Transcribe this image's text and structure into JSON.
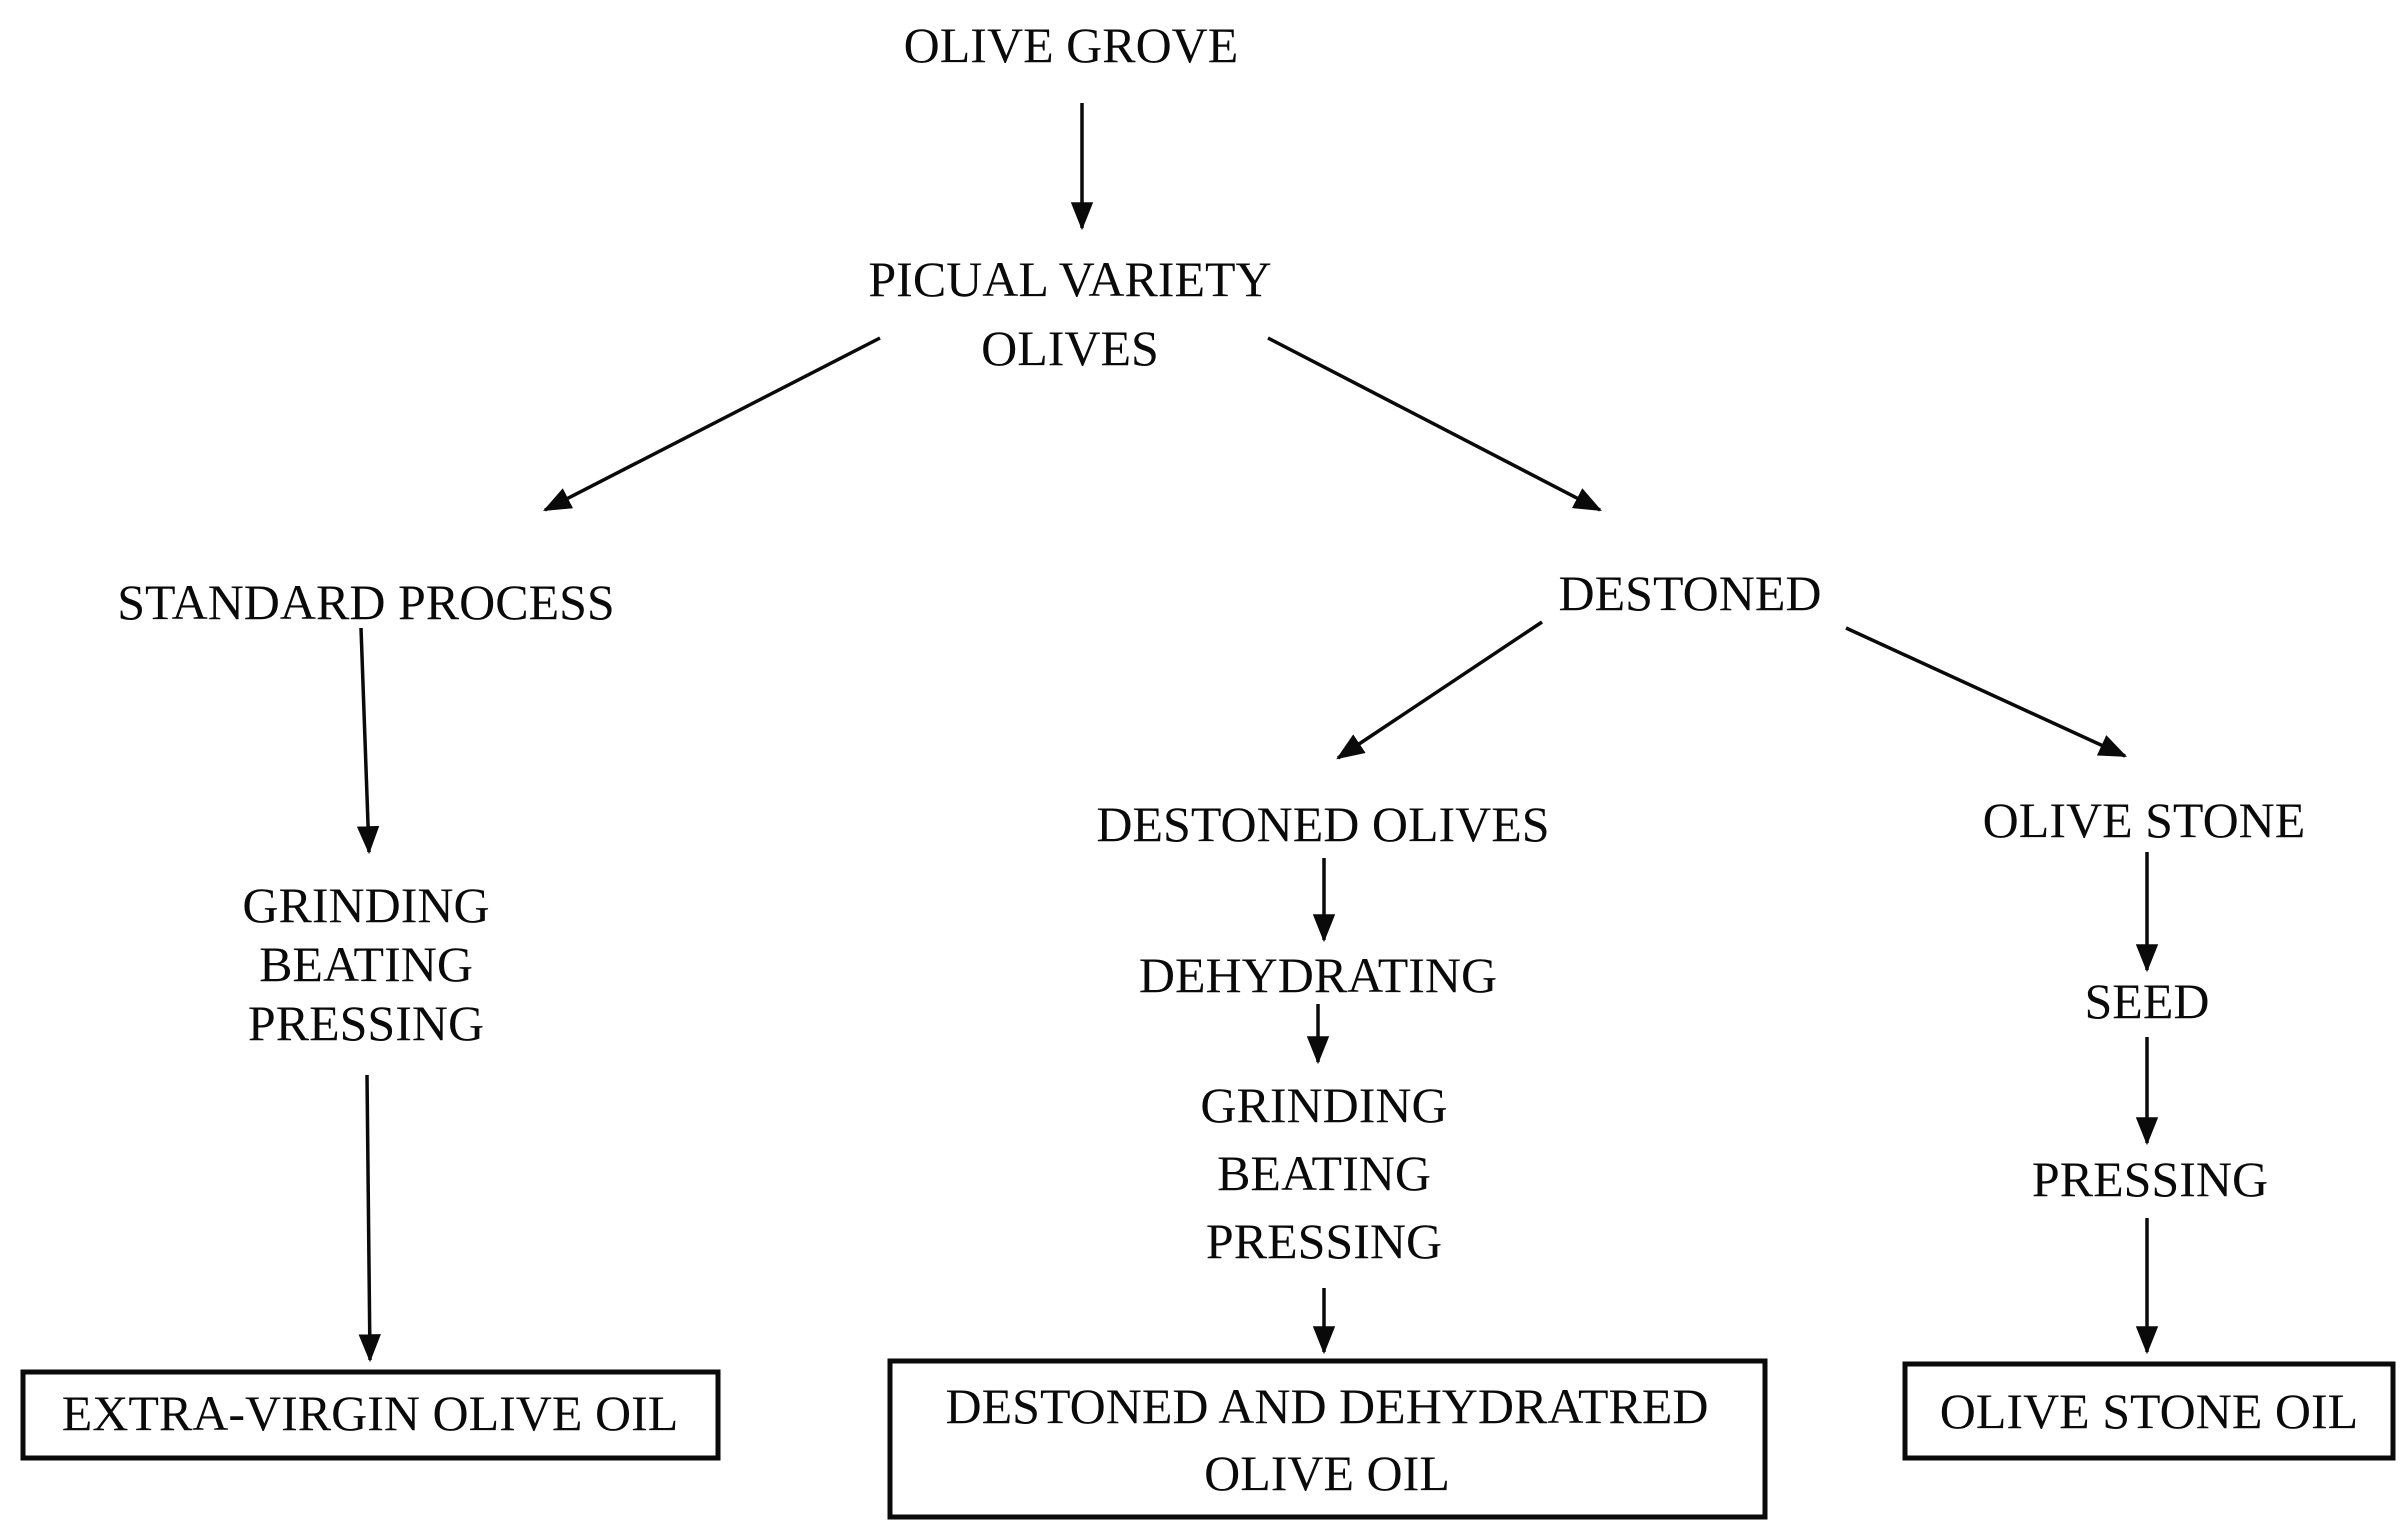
{
  "colors": {
    "background": "#ffffff",
    "text": "#0a0a0a",
    "line": "#0a0a0a"
  },
  "nodes": {
    "olive_grove": "OLIVE GROVE",
    "picual": [
      "PICUAL VARIETY",
      "OLIVES"
    ],
    "standard_process": "STANDARD PROCESS",
    "left_process": [
      "GRINDING",
      "BEATING",
      "PRESSING"
    ],
    "extra_virgin_olive_oil": "EXTRA-VIRGIN OLIVE OIL",
    "destoned": "DESTONED",
    "destoned_olives": "DESTONED OLIVES",
    "dehydrating": "DEHYDRATING",
    "mid_process": [
      "GRINDING",
      "BEATING",
      "PRESSING"
    ],
    "destoned_oil": [
      "DESTONED AND DEHYDRATRED",
      "OLIVE OIL"
    ],
    "olive_stone": "OLIVE STONE",
    "seed": "SEED",
    "pressing": "PRESSING",
    "olive_stone_oil": "OLIVE STONE OIL"
  },
  "edges": [
    {
      "from": "olive-grove",
      "to": "picual-variety-olives"
    },
    {
      "from": "picual-variety-olives",
      "to": "standard-process"
    },
    {
      "from": "picual-variety-olives",
      "to": "destoned"
    },
    {
      "from": "standard-process",
      "to": "left-grinding-beating-pressing"
    },
    {
      "from": "left-grinding-beating-pressing",
      "to": "extra-virgin-olive-oil"
    },
    {
      "from": "destoned",
      "to": "destoned-olives"
    },
    {
      "from": "destoned",
      "to": "olive-stone"
    },
    {
      "from": "destoned-olives",
      "to": "dehydrating"
    },
    {
      "from": "dehydrating",
      "to": "mid-grinding-beating-pressing"
    },
    {
      "from": "mid-grinding-beating-pressing",
      "to": "destoned-and-dehydratred-olive-oil"
    },
    {
      "from": "olive-stone",
      "to": "seed"
    },
    {
      "from": "seed",
      "to": "pressing"
    },
    {
      "from": "pressing",
      "to": "olive-stone-oil"
    }
  ]
}
